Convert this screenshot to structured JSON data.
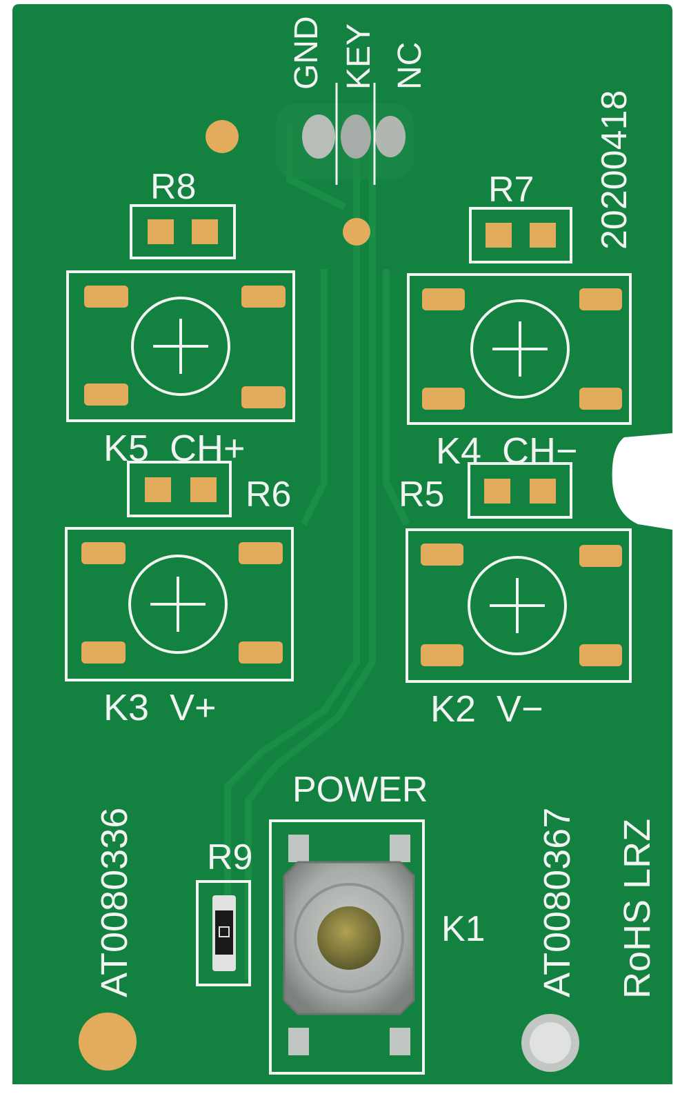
{
  "board": {
    "solder_mask_color": "#13813f",
    "trace_color": "#198a46",
    "silkscreen_color": "#f2f4f2",
    "pad_color": "#e3ac5d"
  },
  "header_pins": [
    "GND",
    "KEY",
    "NC"
  ],
  "date_code": "20200418",
  "resistors": {
    "r8": "R8",
    "r7": "R7",
    "r6": "R6",
    "r5": "R5",
    "r9": "R9"
  },
  "keys": {
    "k5": "K5  CH+",
    "k4": "K4  CH−",
    "k3": "K3  V+",
    "k2": "K2  V−",
    "k1": "K1"
  },
  "power_label": "POWER",
  "part_number_left": "AT0080336",
  "part_number_right": "AT0080367",
  "rohs_label": "RoHS LRZ"
}
